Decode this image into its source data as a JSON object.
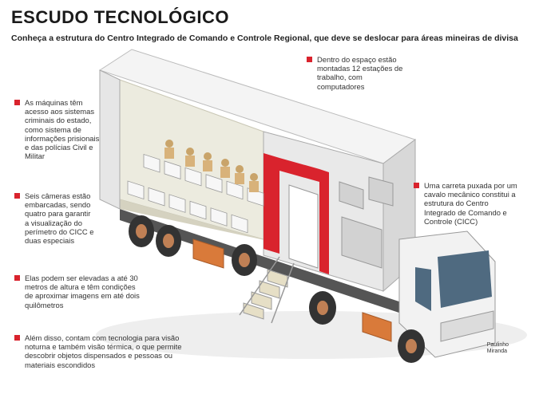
{
  "header": {
    "title": "ESCUDO TECNOLÓGICO",
    "subtitle": "Conheça a estrutura do Centro Integrado de Comando e Controle Regional, que deve se deslocar para áreas mineiras de divisa"
  },
  "callouts": {
    "workstations": "Dentro do espaço estão montadas 12 estações de trabalho, com computadores",
    "machines": "As máquinas têm acesso aos sistemas criminais do estado, como sistema de informações prisionais e das polícias Civil e Militar",
    "cameras": "Seis câmeras estão embarcadas, sendo quatro para garantir a visualização do perímetro do CICC e duas especiais",
    "elevation": "Elas podem ser elevadas a até 30 metros de altura e têm condições de aproximar imagens em até dois quilômetros",
    "night_vision": "Além disso, contam com tecnologia para visão noturna e também visão térmica, o que permite descobrir objetos dispensados e pessoas ou materiais escondidos",
    "truck": "Uma carreta puxada por um cavalo mecânico constitui a estrutura do Centro Integrado de Comando e Controle (CICC)"
  },
  "credit": {
    "line1": "Paulinho",
    "line2": "Miranda"
  },
  "colors": {
    "accent": "#d9232d",
    "trailer_roof": "#f2f2f2",
    "interior": "#e8e6d8",
    "crate": "#d97a3a",
    "chassis": "#4a4a4a"
  }
}
